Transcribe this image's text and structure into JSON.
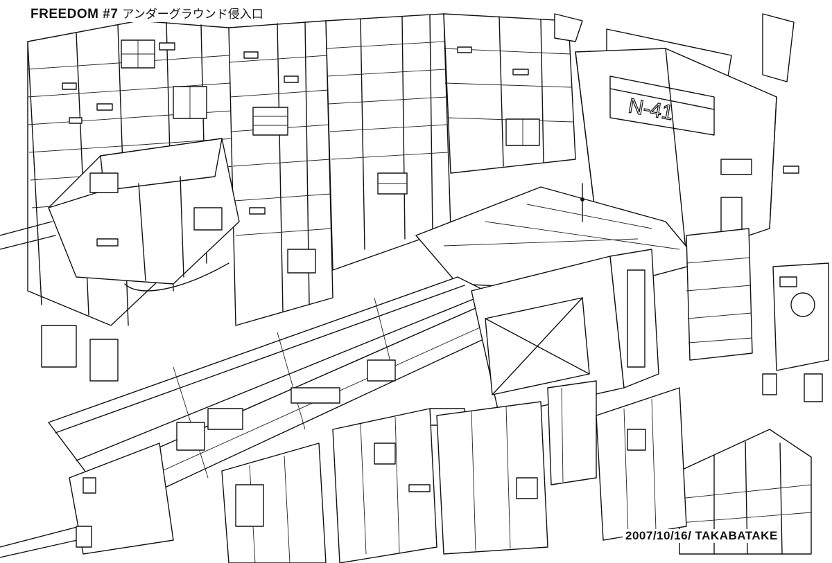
{
  "artwork": {
    "title": "FREEDOM #7",
    "subtitle": "アンダーグラウンド侵入口",
    "signature": "2007/10/16/ TAKABATAKE",
    "placard_label": "N-41"
  },
  "colors": {
    "ink": "#111111",
    "paper": "#ffffff"
  }
}
